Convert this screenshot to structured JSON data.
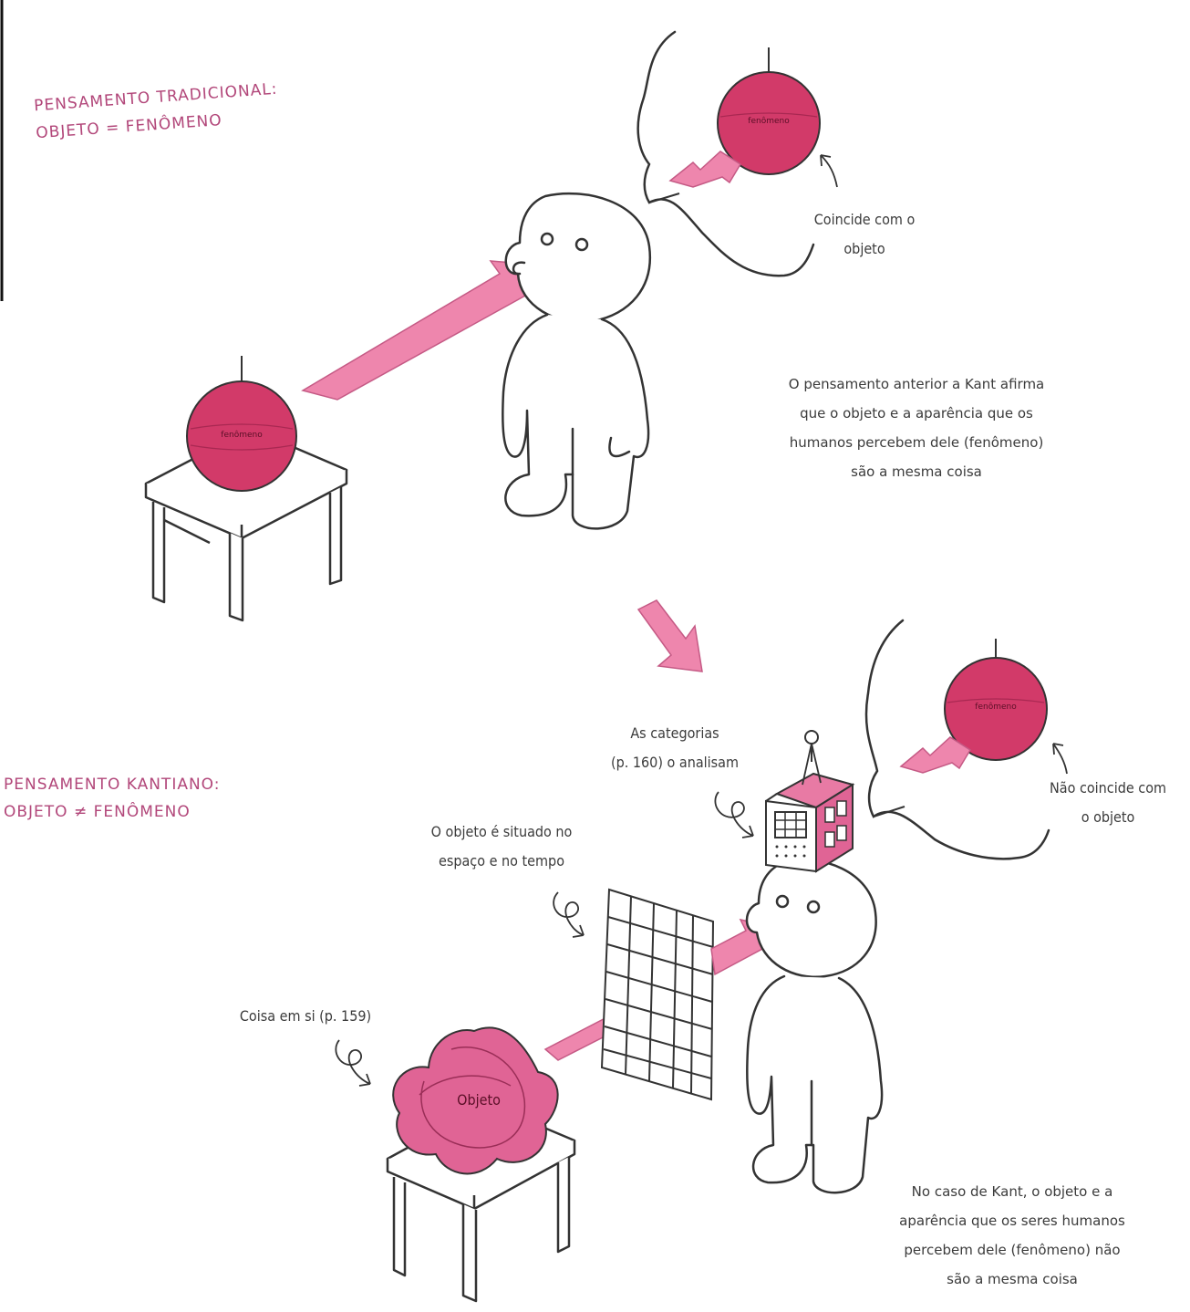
{
  "top": {
    "heading_line1": "PENSAMENTO TRADICIONAL:",
    "heading_line2": "OBJETO = FENÔMENO",
    "bubble_caption_line1": "Coincide com o",
    "bubble_caption_line2": "objeto",
    "explanation": [
      "O pensamento anterior a Kant afirma",
      "que o objeto e a aparência que os",
      "humanos percebem dele (fenômeno)",
      "são a mesma coisa"
    ],
    "ball_label": "fenômeno"
  },
  "bottom": {
    "heading_line1": "PENSAMENTO KANTIANO:",
    "heading_line2": "OBJETO ≠ FENÔMENO",
    "categories_line1": "As categorias",
    "categories_line2": "(p. 160) o analisam",
    "space_time_line1": "O objeto é situado no",
    "space_time_line2": "espaço e no tempo",
    "thing_in_itself": "Coisa em si (p. 159)",
    "object_label": "Objeto",
    "bubble_caption_line1": "Não coincide com",
    "bubble_caption_line2": "o objeto",
    "explanation": [
      "No caso de Kant, o objeto e a",
      "aparência que os seres humanos",
      "percebem dele (fenômeno) não",
      "são a mesma coisa"
    ],
    "ball_label": "fenômeno"
  },
  "colors": {
    "ball": "#d23a69",
    "arrow": "#ee86ad",
    "object": "#e06495",
    "heading": "#b2477a",
    "ink": "#333333"
  }
}
